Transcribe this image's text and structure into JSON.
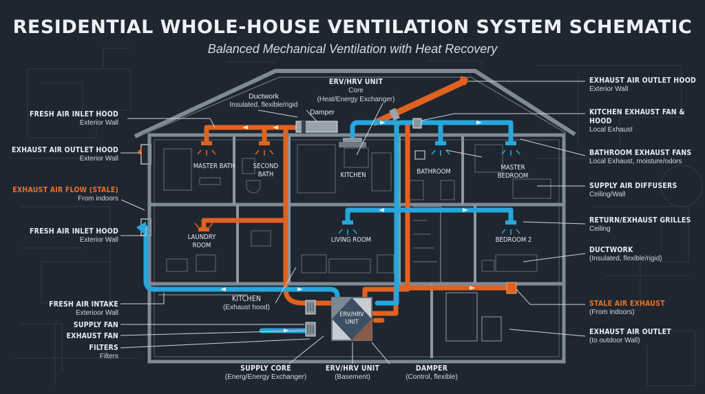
{
  "title": "RESIDENTIAL WHOLE-HOUSE VENTILATION SYSTEM SCHEMATIC",
  "subtitle": "Balanced Mechanical Ventilation with Heat Recovery",
  "colors": {
    "background": "#1f2630",
    "supply": "#27a6dc",
    "exhaust": "#e0621f",
    "structure": "#8c97a2",
    "text": "#e8ecf0",
    "accent_text": "#e8722c"
  },
  "rooms": {
    "master_bath": "MASTER BATH",
    "second_bath": "SECOND BATH",
    "kitchen": "KITCHEN",
    "bathroom": "BATHROOM",
    "master_bedroom": "MASTER BEDROOM",
    "laundry_room": "LAUNDRY ROOM",
    "living_room": "LIVING ROOM",
    "bedroom2": "BEDROOM 2"
  },
  "erv_box": "ERV/HRV UNIT",
  "top_labels": {
    "ductwork": {
      "title": "Ductwork",
      "sub": "Insulated, flexible/rigid"
    },
    "erv": {
      "title": "ERV/HRV UNIT",
      "sub1": "Core",
      "sub2": "(Heat/Energy Exchanger)"
    },
    "damper": "Damper"
  },
  "left_labels": [
    {
      "title": "FRESH AIR INLET HOOD",
      "sub": "Exterior Wall"
    },
    {
      "title": "EXHAUST AIR OUTLET HOOD",
      "sub": "Exterior Wall"
    },
    {
      "title": "EXHAUST AIR FLOW (STALE)",
      "sub": "From indoors"
    },
    {
      "title": "FRESH AIR INLET HOOD",
      "sub": "Exterior Wall"
    },
    {
      "title": "FRESH AIR INTAKE",
      "sub": "Exterioor Wall"
    },
    {
      "title": "SUPPLY FAN",
      "sub": ""
    },
    {
      "title": "EXHAUST FAN",
      "sub": ""
    },
    {
      "title": "FILTERS",
      "sub": "Filters"
    }
  ],
  "right_labels": [
    {
      "title": "EXHAUST AIR OUTLET HOOD",
      "sub": "Exterior Wall"
    },
    {
      "title": "KITCHEN EXHAUST FAN & HOOD",
      "sub": "Local Exhaust"
    },
    {
      "title": "BATHROOM EXHAUST FANS",
      "sub": "Local Exhaust, moisture/odors"
    },
    {
      "title": "SUPPLY AIR DIFFUSERS",
      "sub": "Ceiling/Wall"
    },
    {
      "title": "RETURN/EXHAUST GRILLES",
      "sub": "Ceiling"
    },
    {
      "title": "DUCTWORK",
      "sub": "(Insulated, flexible/rigid)"
    },
    {
      "title": "STALE AIR EXHAUST",
      "sub": "(From indoors)"
    },
    {
      "title": "EXHAUST AIR OUTLET",
      "sub": "(to outdoor Wall)"
    }
  ],
  "bottom_labels": [
    {
      "title": "SUPPLY CORE",
      "sub": "(Energ/Energy Exchanger)"
    },
    {
      "title": "ERV/HRV UNIT",
      "sub": "(Basement)"
    },
    {
      "title": "DAMPER",
      "sub": "(Control, flexible)"
    }
  ],
  "kitchen_callout": {
    "title": "KITCHEN",
    "sub": "(Exhaust hood)"
  }
}
